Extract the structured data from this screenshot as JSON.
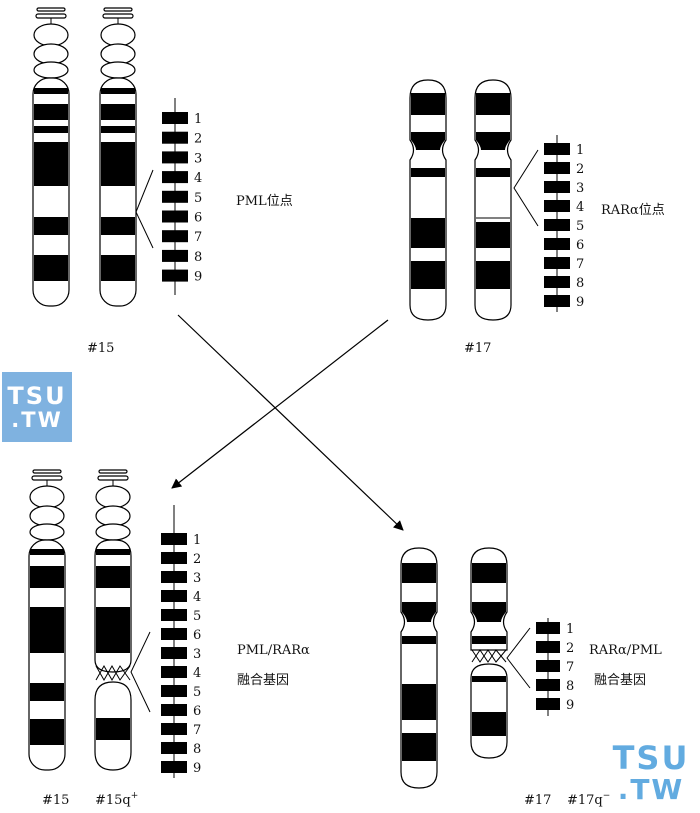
{
  "panels": {
    "top_left": {
      "label": "#15",
      "locus_label": "PML位点",
      "ladder_numbers": [
        "1",
        "2",
        "3",
        "4",
        "5",
        "6",
        "7",
        "8",
        "9"
      ]
    },
    "top_right": {
      "label": "#17",
      "locus_label": "RARα位点",
      "ladder_numbers": [
        "1",
        "2",
        "3",
        "4",
        "5",
        "6",
        "7",
        "8",
        "9"
      ]
    },
    "bottom_left": {
      "label_normal": "#15",
      "label_derived": "#15q",
      "label_derived_sup": "+",
      "fusion_line1": "PML/RARα",
      "fusion_line2": "融合基因",
      "ladder_numbers": [
        "1",
        "2",
        "3",
        "4",
        "5",
        "6",
        "3",
        "4",
        "5",
        "6",
        "7",
        "8",
        "9"
      ]
    },
    "bottom_right": {
      "label_normal": "#17",
      "label_derived": "#17q",
      "label_derived_sup": "−",
      "fusion_line1": "RARα/PML",
      "fusion_line2": "融合基因",
      "ladder_numbers": [
        "1",
        "2",
        "7",
        "8",
        "9"
      ]
    }
  },
  "watermarks": [
    {
      "line1": "TSU",
      "line2": ".TW"
    },
    {
      "line1": "TSU",
      "line2": ".TW"
    }
  ],
  "colors": {
    "band": "#000000",
    "outline": "#000000",
    "watermark_box": "#7fb2e0",
    "watermark_text": "#2e8fd6"
  }
}
